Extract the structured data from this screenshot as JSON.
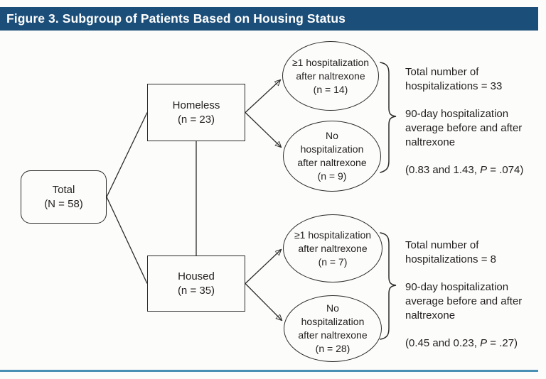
{
  "title": "Figure 3. Subgroup of Patients Based on Housing Status",
  "colors": {
    "title_bar": "#1B4E79",
    "title_text": "#FFFFFF",
    "bottom_rule": "#4A8FB4",
    "stroke": "#2B2B2B",
    "text": "#231F20",
    "background": "#FCFCFA"
  },
  "nodes": {
    "total": {
      "label": "Total\n(N = 58)"
    },
    "homeless": {
      "label": "Homeless\n(n = 23)"
    },
    "housed": {
      "label": "Housed\n(n = 35)"
    },
    "homeless_hosp": {
      "label": "≥1 hospitalization\nafter naltrexone\n(n = 14)"
    },
    "homeless_nohosp": {
      "label": "No\nhospitalization\nafter naltrexone\n(n = 9)"
    },
    "housed_hosp": {
      "label": "≥1 hospitalization\nafter naltrexone\n(n = 7)"
    },
    "housed_nohosp": {
      "label": "No\nhospitalization\nafter naltrexone\n(n = 28)"
    }
  },
  "annotations": {
    "homeless": {
      "total_line": "Total number of\nhospitalizations = 33",
      "average_line": "90-day hospitalization\naverage before and after\nnaltrexone",
      "stat_prefix": "(0.83 and 1.43, ",
      "stat_p": "P",
      "stat_suffix": " = .074)"
    },
    "housed": {
      "total_line": "Total number of\nhospitalizations = 8",
      "average_line": "90-day hospitalization\naverage before and after\nnaltrexone",
      "stat_prefix": "(0.45 and 0.23, ",
      "stat_p": "P",
      "stat_suffix": " = .27)"
    }
  }
}
